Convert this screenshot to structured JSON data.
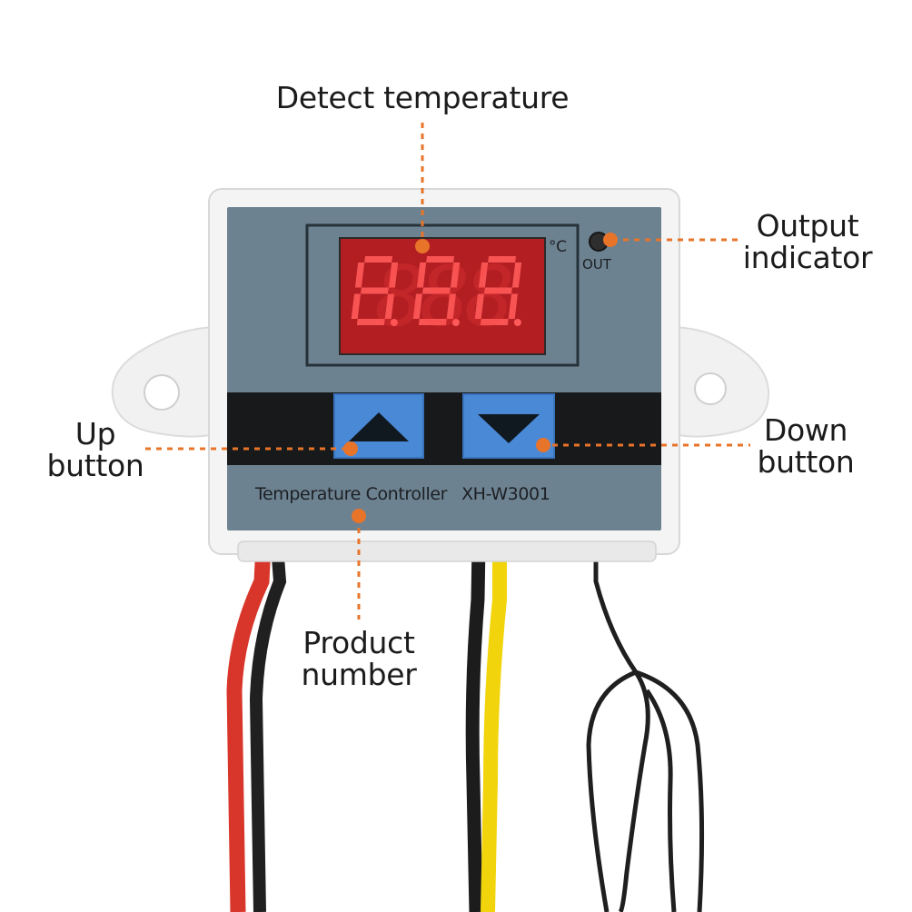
{
  "callouts": {
    "detect_temperature": "Detect temperature",
    "output_indicator": [
      "Output",
      "indicator"
    ],
    "up_button": [
      "Up",
      "button"
    ],
    "down_button": [
      "Down",
      "button"
    ],
    "product_number": [
      "Product",
      "number"
    ]
  },
  "device": {
    "display_readout": "888",
    "unit": "°C",
    "out_label": "OUT",
    "name": "Temperature Controller",
    "model": "XH-W3001"
  },
  "colors": {
    "callout_accent": "#e8742a",
    "panel": "#6e8390",
    "display": "#b21f24",
    "button": "#4a8ad8",
    "wire_red": "#e03a2c",
    "wire_yellow": "#f5d90a",
    "wire_black": "#1c1c1c"
  }
}
